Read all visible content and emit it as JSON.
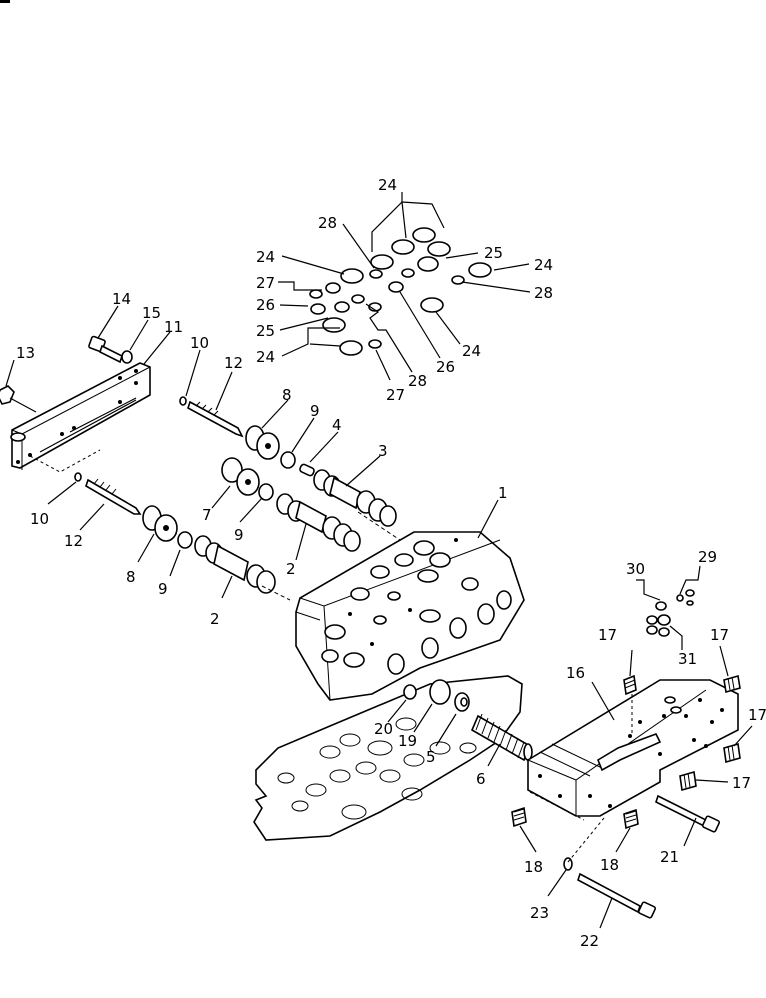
{
  "labels": {
    "p1": "1",
    "p2a": "2",
    "p2b": "2",
    "p3": "3",
    "p4": "4",
    "p5": "5",
    "p6": "6",
    "p7": "7",
    "p8a": "8",
    "p8b": "8",
    "p9a": "9",
    "p9b": "9",
    "p9c": "9",
    "p10a": "10",
    "p10b": "10",
    "p11": "11",
    "p12a": "12",
    "p12b": "12",
    "p13": "13",
    "p14": "14",
    "p15": "15",
    "p16": "16",
    "p17a": "17",
    "p17b": "17",
    "p17c": "17",
    "p17d": "17",
    "p18a": "18",
    "p18b": "18",
    "p19": "19",
    "p20": "20",
    "p21": "21",
    "p22": "22",
    "p23": "23",
    "p24a": "24",
    "p24b": "24",
    "p24c": "24",
    "p24d": "24",
    "p24e": "24",
    "p25a": "25",
    "p25b": "25",
    "p26a": "26",
    "p26b": "26",
    "p27a": "27",
    "p27b": "27",
    "p28a": "28",
    "p28b": "28",
    "p28c": "28",
    "p29": "29",
    "p30": "30",
    "p31": "31"
  }
}
